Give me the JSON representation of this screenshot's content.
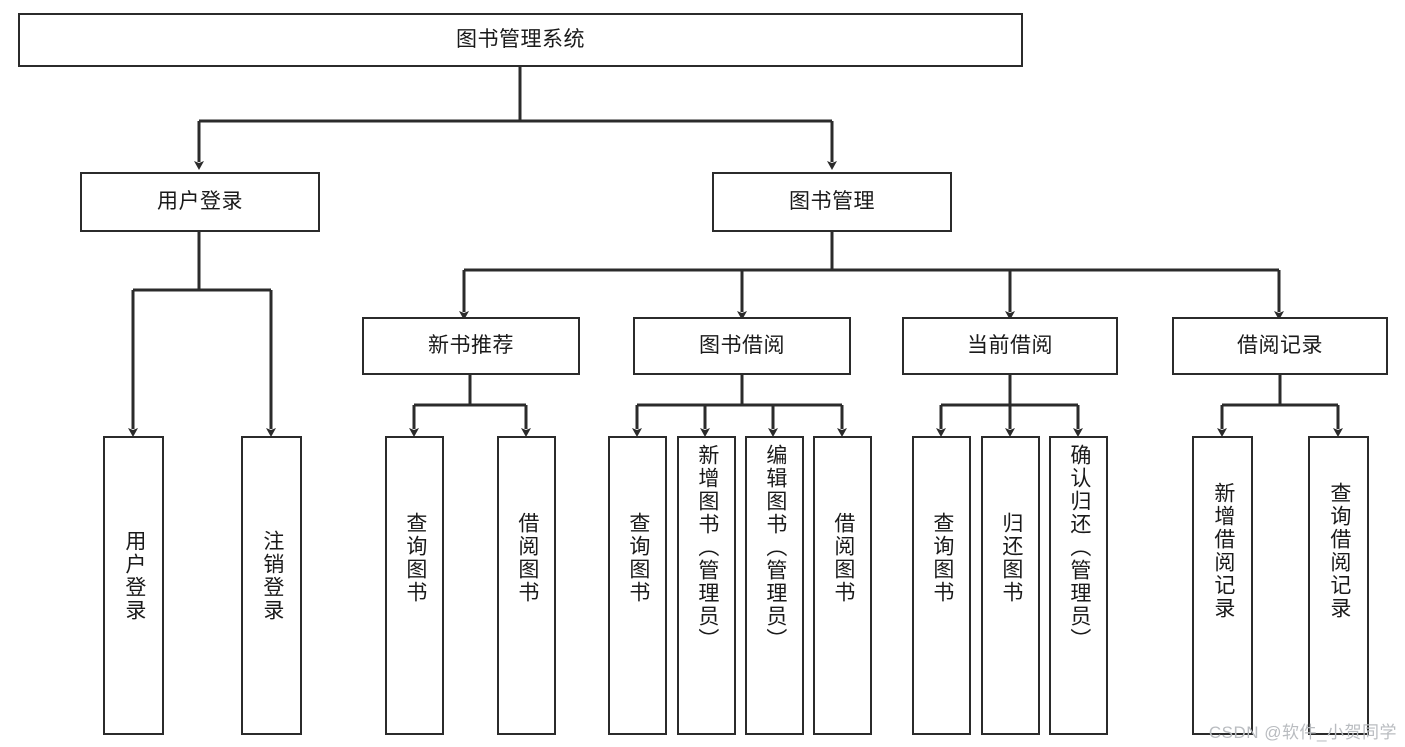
{
  "diagram": {
    "title_node": {
      "label": "图书管理系统"
    },
    "level2": [
      {
        "id": "user-login",
        "label": "用户登录"
      },
      {
        "id": "book-management",
        "label": "图书管理"
      }
    ],
    "level3": [
      {
        "id": "new-book-recommend",
        "label": "新书推荐"
      },
      {
        "id": "book-borrow",
        "label": "图书借阅"
      },
      {
        "id": "current-borrow",
        "label": "当前借阅"
      },
      {
        "id": "borrow-record",
        "label": "借阅记录"
      }
    ],
    "leaves": [
      {
        "id": "leaf-user-login",
        "label": "用户登录"
      },
      {
        "id": "leaf-logout",
        "label": "注销登录"
      },
      {
        "id": "leaf-query-book-1",
        "label": "查询图书"
      },
      {
        "id": "leaf-borrow-book-1",
        "label": "借阅图书"
      },
      {
        "id": "leaf-query-book-2",
        "label": "查询图书"
      },
      {
        "id": "leaf-add-book",
        "label": "新增图书（管理员）"
      },
      {
        "id": "leaf-edit-book",
        "label": "编辑图书（管理员）"
      },
      {
        "id": "leaf-borrow-book-2",
        "label": "借阅图书"
      },
      {
        "id": "leaf-query-book-3",
        "label": "查询图书"
      },
      {
        "id": "leaf-return-book",
        "label": "归还图书"
      },
      {
        "id": "leaf-confirm-return",
        "label": "确认归还（管理员）"
      },
      {
        "id": "leaf-add-borrow-record",
        "label": "新增借阅记录"
      },
      {
        "id": "leaf-query-borrow-record",
        "label": "查询借阅记录"
      }
    ],
    "watermark": "CSDN @软件_小贺同学",
    "colors": {
      "stroke": "#2b2b2b",
      "background": "#ffffff",
      "text": "#1a1a1a",
      "watermark": "#b9bcc0"
    }
  }
}
